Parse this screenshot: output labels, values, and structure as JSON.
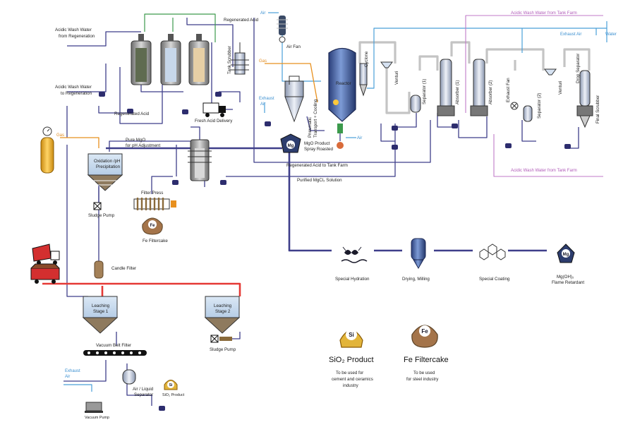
{
  "colors": {
    "navy": "#3f3f8a",
    "red": "#e53935",
    "gray": "#bdbdbd",
    "green": "#3c9a4c",
    "blue": "#4a9fd8",
    "orange": "#e8901e",
    "purple": "#c07ac8",
    "dark": "#1a1a2a"
  },
  "labels": {
    "acidic_from": "Acidic Wash Water",
    "acidic_from_2": "from Regeneration",
    "acidic_to": "Acidic Wash Water",
    "acidic_to_2": "to Regeneration",
    "regen_acid": "Regenerated Acid",
    "regen_acid_top": "Regenerated Acid",
    "tank_scrubber": "Tank Scrubber",
    "fresh_acid": "Fresh Acid Delivery",
    "gas_left": "Gas",
    "pure_mgo": "Pure MgO",
    "pure_mgo_2": "for pH Adjustment",
    "oxidation": "Oxidation /pH",
    "oxidation_2": "Precipitation",
    "filter_press": "Filter Press",
    "sludge_pump": "Sludge Pump",
    "fe_filtercake_small": "Fe Filtercake",
    "candle_filter": "Candle Filter",
    "leach1": "Leaching",
    "leach1_2": "Stage 1",
    "leach2": "Leaching",
    "leach2_2": "Stage 2",
    "sludge_pump_2": "Sludge Pump",
    "vacuum_belt": "Vacuum Belt Filter",
    "exhaust_air_left": "Exhaust",
    "exhaust_air_left_2": "Air",
    "air_liquid": "Air / Liquid",
    "air_liquid_2": "Separator",
    "sio2_small": "SiO₂ Product",
    "vacuum_pump": "Vacuum Pump",
    "air_top": "Air",
    "air_fan": "Air Fan",
    "gas_top": "Gas",
    "exhaust_air_mid": "Exhaust",
    "exhaust_air_mid_2": "Air",
    "pneumatic": "Pneumatic",
    "pneumatic_2": "Transport + Cooling",
    "mgo_product": "MgO Product",
    "mgo_product_2": "Spray Roasted",
    "reactor": "Reactor",
    "cyclone": "Cyclone",
    "air_reactor": "Air",
    "venturi1": "Venturi",
    "separator1": "Separator (1)",
    "absorber1": "Absorber (1)",
    "absorber2": "Absorber (2)",
    "exhaust_fan": "Exhaust Fan",
    "separator2": "Separator (2)",
    "venturi2": "Venturi",
    "drop_sep": "Drop Separator",
    "final_scrub": "Final Scrubber",
    "acidic_tank_top": "Acidic Wash Water from Tank Farm",
    "water": "Water",
    "exhaust_air_right": "Exhaust Air",
    "regen_tank_farm": "Regenerated Acid to Tank Farm",
    "acidic_tank_bot": "Acidic Wash Water from Tank Farm",
    "purified": "Purified MgCl₂ Solution",
    "special_hydration": "Special Hydration",
    "drying": "Drying, Milling",
    "special_coating": "Special Coating",
    "mgoh": "Mg(OH)₂",
    "mgoh_2": "Flame Retardant",
    "sio2_big": "SiO₂ Product",
    "sio2_desc": "To be used for",
    "sio2_desc_2": "cement and ceramics",
    "sio2_desc_3": "industry",
    "fe_big": "Fe Filtercake",
    "fe_desc": "To be used",
    "fe_desc_2": "for steel industry",
    "badge_mg": "Mg",
    "badge_si": "Si",
    "badge_fe": "Fe"
  }
}
